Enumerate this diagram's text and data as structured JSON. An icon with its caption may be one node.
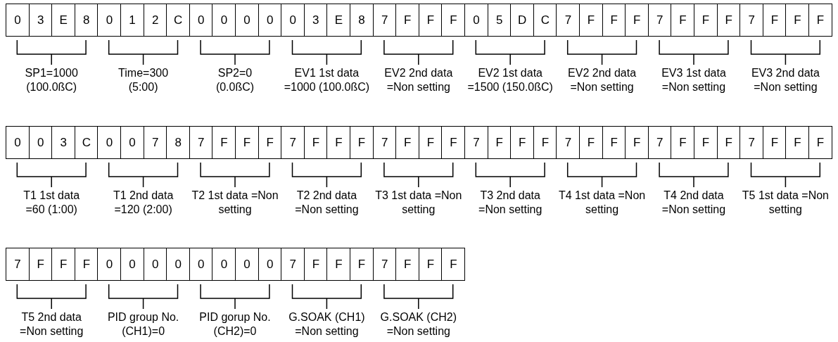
{
  "diagram": {
    "labels": [
      "0",
      "3",
      "E",
      "8",
      "0",
      "1",
      "2",
      "C",
      "0",
      "0",
      "0",
      "0",
      "0",
      "3",
      "E",
      "8",
      "7",
      "F",
      "F",
      "F",
      "0",
      "5",
      "D",
      "C",
      "7",
      "F",
      "F",
      "F",
      "7",
      "F",
      "F",
      "F",
      "7",
      "F",
      "F",
      "F",
      "SP1=1000 (100.0ßC)",
      "Time=300 (5:00)",
      "SP2=0 (0.0ßC)",
      "EV1 1st data =1000 (100.0ßC)",
      "EV2 2nd data =Non setting",
      "EV2 1st data =1500 (150.0ßC)",
      "EV2 2nd data =Non setting",
      "EV3 1st data =Non setting",
      "EV3 2nd data =Non setting",
      "0",
      "0",
      "3",
      "C",
      "0",
      "0",
      "7",
      "8",
      "7",
      "F",
      "F",
      "F",
      "7",
      "F",
      "F",
      "F",
      "7",
      "F",
      "F",
      "F",
      "7",
      "F",
      "F",
      "F",
      "7",
      "F",
      "F",
      "F",
      "7",
      "F",
      "F",
      "F",
      "7",
      "F",
      "F",
      "F",
      "T1 1st data =60 (1:00)",
      "T1 2nd data =120 (2:00)",
      "T2 1st data =Non setting",
      "T2 2nd data =Non setting",
      "T3 1st data =Non setting",
      "T3 2nd data =Non setting",
      "T4 1st data =Non setting",
      "T4 2nd data =Non setting",
      "T5 1st data =Non setting",
      "7",
      "F",
      "F",
      "F",
      "0",
      "0",
      "0",
      "0",
      "0",
      "0",
      "0",
      "0",
      "7",
      "F",
      "F",
      "F",
      "7",
      "F",
      "F",
      "F",
      "T5 2nd data =Non setting",
      "PID group No. (CH1)=0",
      "PID gorup No. (CH2)=0",
      "G.SOAK (CH1) =Non setting",
      "G.SOAK (CH2) =Non setting"
    ]
  }
}
